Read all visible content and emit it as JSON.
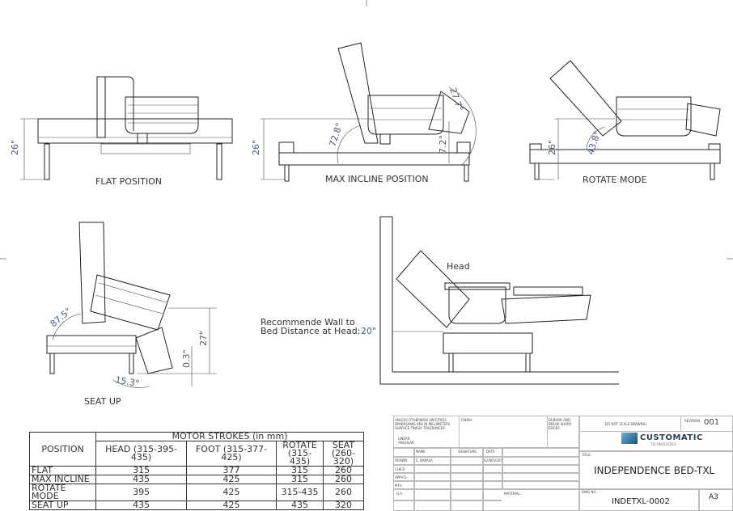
{
  "views": {
    "flat": {
      "label": "FLAT POSITION",
      "height_dim": "26\""
    },
    "max_incline": {
      "label": "MAX INCLINE POSITION",
      "height_dim": "26\"",
      "back_angle": "72.8°",
      "foot_angle": "27.7°",
      "seat_angle": "7.2°"
    },
    "rotate": {
      "label": "ROTATE MODE",
      "height_dim": "26\"",
      "angle": "43.8°"
    },
    "seat_up": {
      "label": "SEAT UP",
      "back_angle": "87.5°",
      "foot_angle": "15.3°",
      "clearance_dim": "0.3\"",
      "height_dim": "27\""
    },
    "wall": {
      "head_label": "Head",
      "note_line1": "Recommende Wall to",
      "note_line2": "Bed Distance at Head:",
      "distance": "20\""
    }
  },
  "motor_table": {
    "group_header": "MOTOR STROKES (in mm)",
    "position_header": "POSITION",
    "columns": [
      "HEAD (315-395-435)",
      "FOOT (315-377-425)",
      "ROTATE (315-435)",
      "SEAT (260-320)"
    ],
    "rows": [
      {
        "position": "FLAT",
        "values": [
          "315",
          "377",
          "315",
          "260"
        ]
      },
      {
        "position": "MAX INCLINE",
        "values": [
          "435",
          "425",
          "315",
          "260"
        ]
      },
      {
        "position": "ROTATE MODE",
        "values": [
          "395",
          "425",
          "315-435",
          "260"
        ]
      },
      {
        "position": "SEAT UP",
        "values": [
          "435",
          "425",
          "435",
          "320"
        ]
      }
    ]
  },
  "title_block": {
    "tolerance_note": "UNLESS OTHERWISE SPECIFIED: DIMENSIONS ARE IN MILLIMETERS SURFACE FINISH: TOLERANCES:",
    "linear": "LINEAR:",
    "angular": "ANGULAR:",
    "finish": "FINISH:",
    "deburr": "DEBURR AND BREAK SHARP EDGES",
    "name_h": "NAME",
    "signature_h": "SIGNATURE",
    "date_h": "DATE",
    "drawn": "DRAWN",
    "drawn_name": "E. NAPALA",
    "drawn_date": "02/NOV/20",
    "chkd": "CHK'D",
    "appvd": "APPV'D",
    "mfg": "MFG",
    "qa": "Q.A",
    "material": "MATERIAL:",
    "do_not_scale": "DO NOT SCALE DRAWING",
    "revision_label": "REVISION",
    "revision": "001",
    "logo_name": "CUSTOMATIC",
    "logo_sub": "TECHNOLOGIES",
    "title_label": "TITLE:",
    "title": "INDEPENDENCE BED-TXL",
    "dwg_label": "DWG NO.",
    "dwg_no": "INDETXL-0002",
    "size": "A3"
  }
}
